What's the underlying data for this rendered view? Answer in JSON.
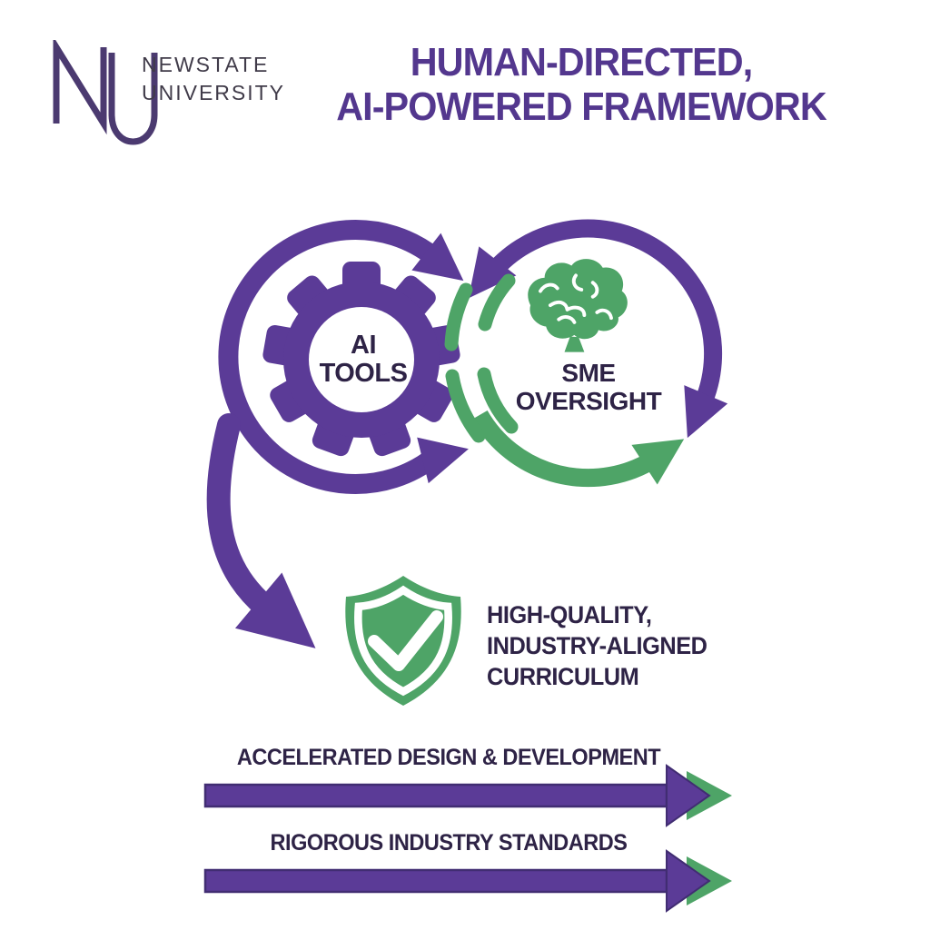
{
  "brand": {
    "initials": "NU",
    "name_line1": "NEWSTATE",
    "name_line2": "UNIVERSITY"
  },
  "header": {
    "title_line1": "HUMAN-DIRECTED,",
    "title_line2": "AI-POWERED FRAMEWORK"
  },
  "cycle": {
    "ai_node": {
      "icon": "gear-icon",
      "line1": "AI",
      "line2": "TOOLS"
    },
    "sme_node": {
      "icon": "brain-icon",
      "line1": "SME",
      "line2": "OVERSIGHT"
    }
  },
  "outcome": {
    "icon": "shield-check-icon",
    "line1": "HIGH-QUALITY,",
    "line2": "INDUSTRY-ALIGNED",
    "line3": "CURRICULUM"
  },
  "benefit_arrows": [
    {
      "label": "ACCELERATED DESIGN & DEVELOPMENT"
    },
    {
      "label": "RIGOROUS INDUSTRY STANDARDS"
    }
  ],
  "colors": {
    "purple": "#5b3b97",
    "purple_deep": "#412d72",
    "green": "#4ea467",
    "title_purple": "#53378e",
    "label_dark": "#2e2346",
    "logo_purple": "#4b3a70",
    "brand_text": "#403b49",
    "background": "#ffffff"
  }
}
